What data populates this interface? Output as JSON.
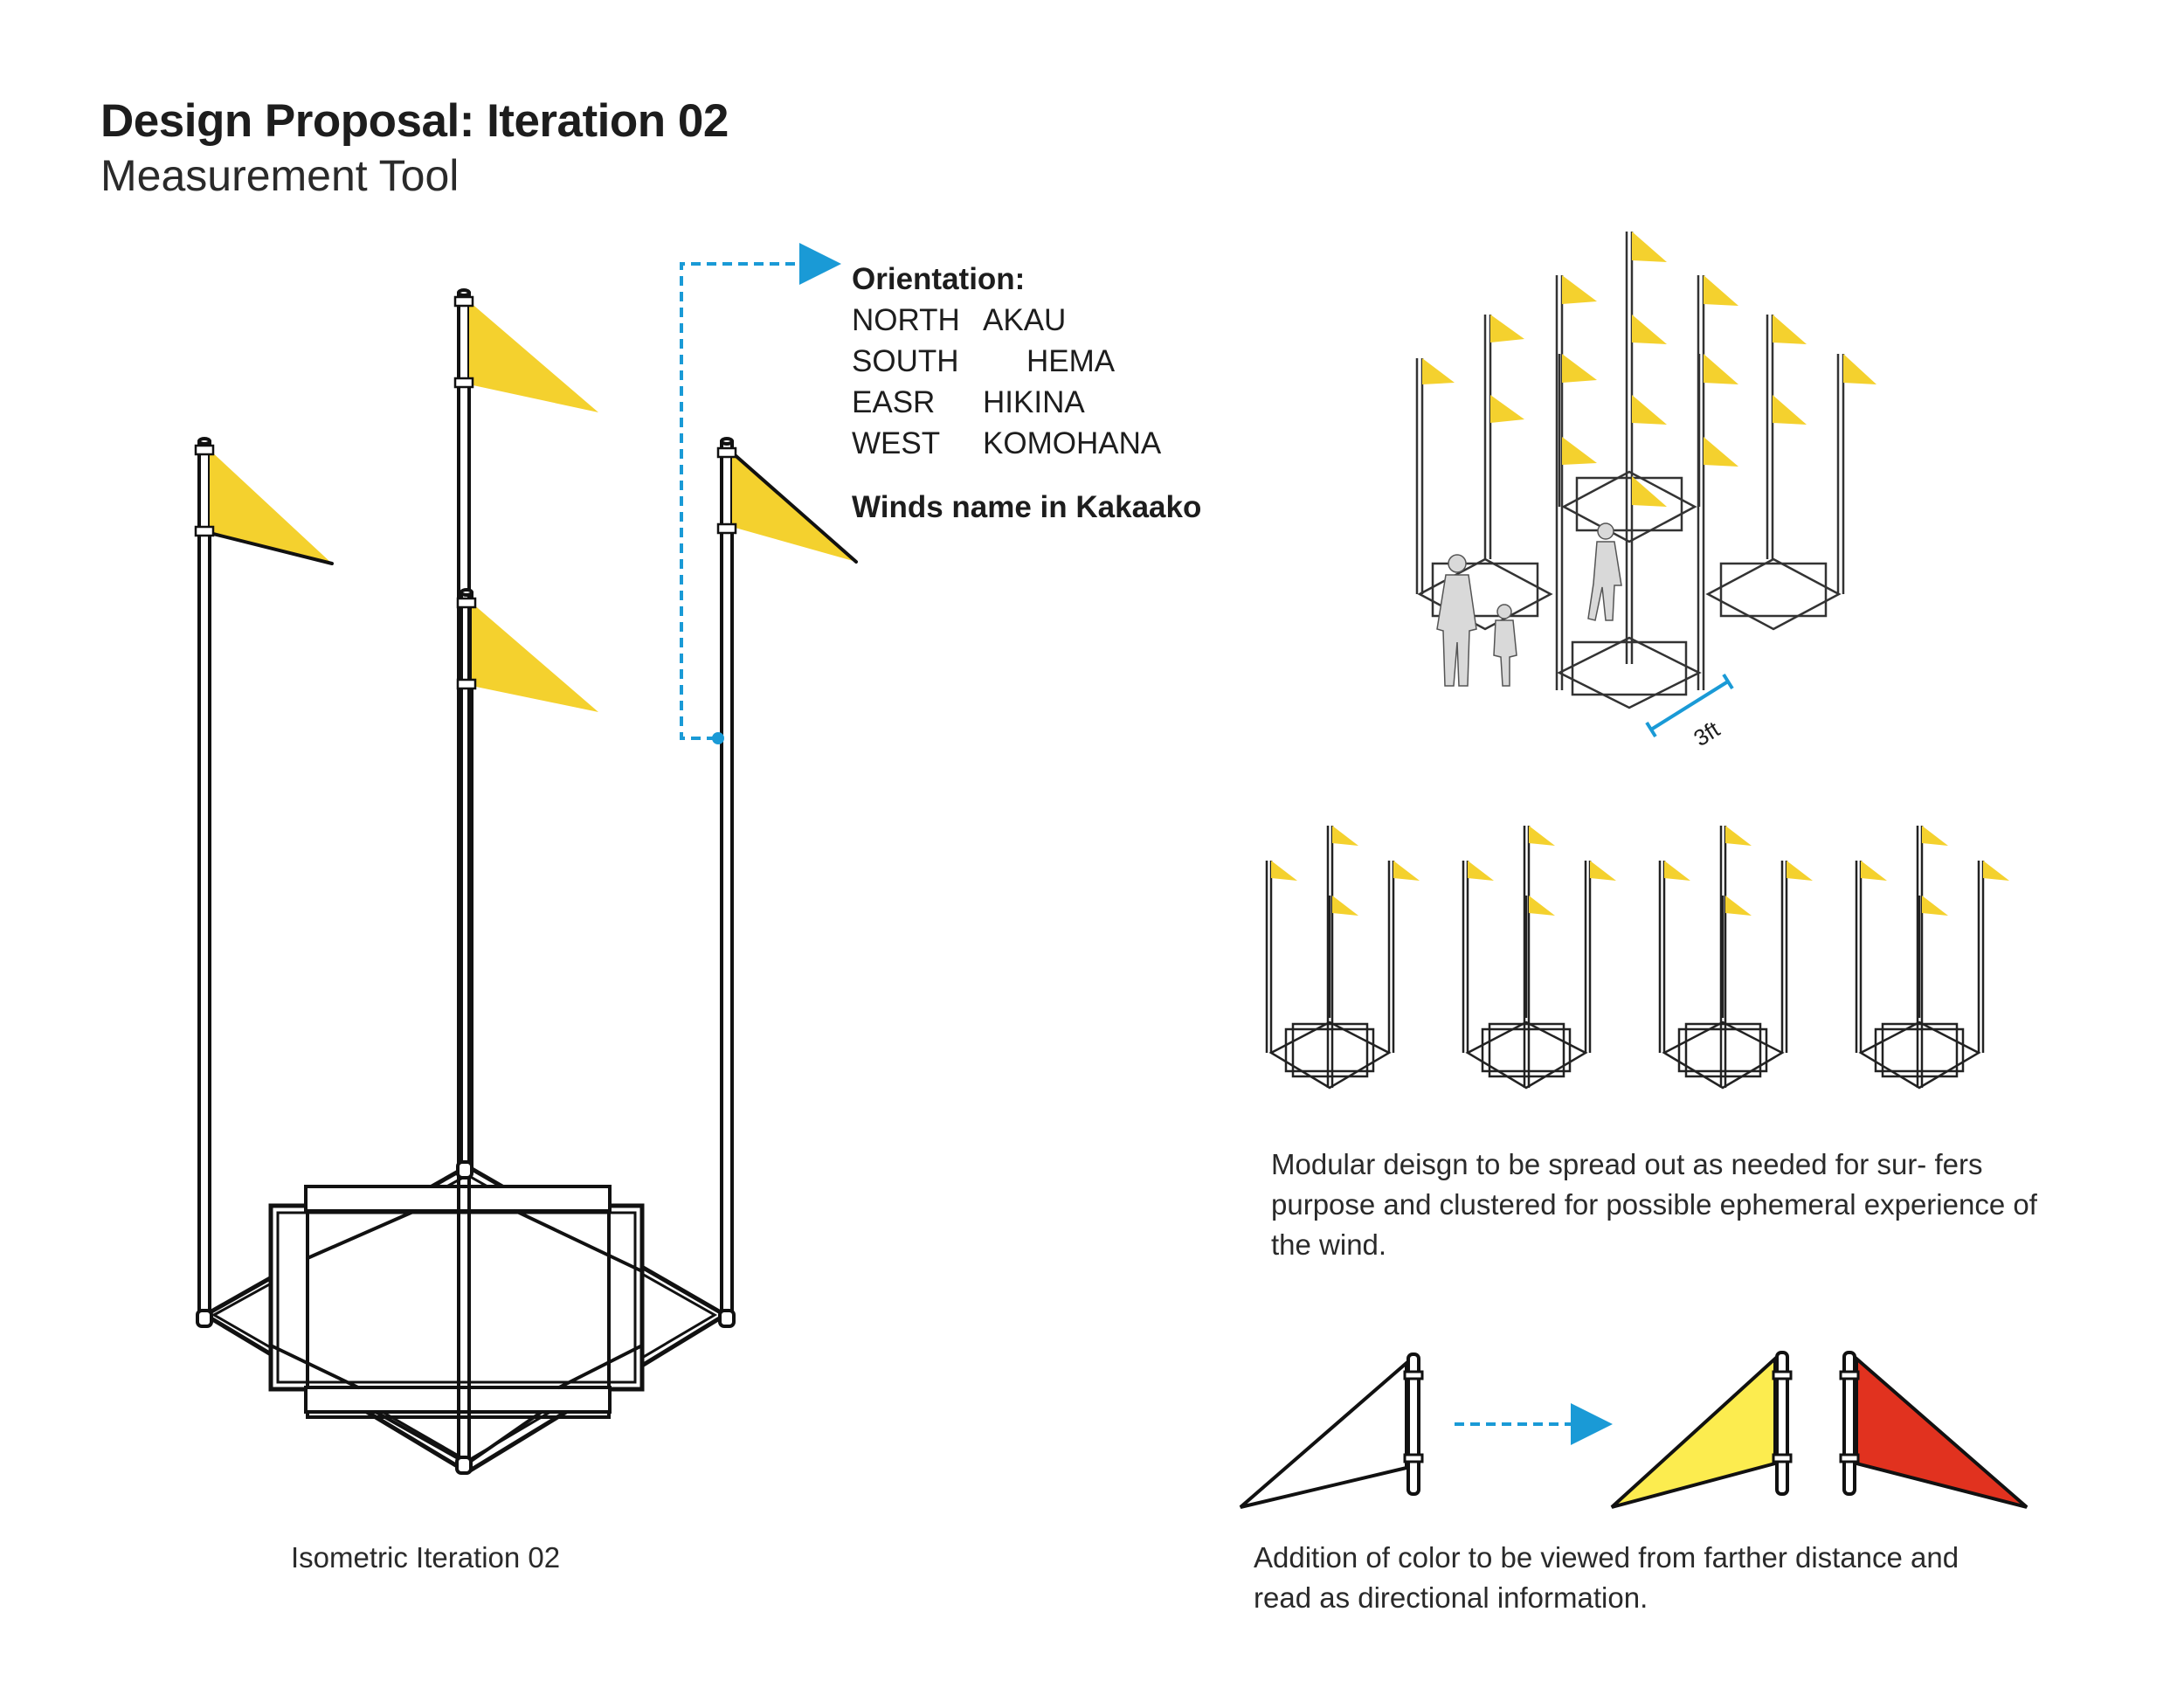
{
  "header": {
    "title": "Design Proposal: Iteration 02",
    "subtitle": "Measurement Tool"
  },
  "orientation": {
    "heading": "Orientation:",
    "rows": [
      {
        "en": "NORTH",
        "local": "AKAU"
      },
      {
        "en": "SOUTH",
        "local": "HEMA"
      },
      {
        "en": "EASR",
        "local": "HIKINA"
      },
      {
        "en": "WEST",
        "local": "KOMOHANA"
      }
    ],
    "note": "Winds name in Kakaako"
  },
  "cluster": {
    "scale_label": "3ft"
  },
  "captions": {
    "isometric": "Isometric Iteration 02",
    "modular": "Modular deisgn to be spread out as needed for sur- fers purpose and clustered for possible ephemeral experience of the wind.",
    "color": "Addition of color to be viewed from farther distance and read as directional information."
  },
  "colors": {
    "flag_yellow": "#f4d12e",
    "flag_light_yellow": "#fcec4f",
    "flag_red": "#e1321f",
    "annotation_blue": "#1a9ad6",
    "outline": "#111111"
  }
}
